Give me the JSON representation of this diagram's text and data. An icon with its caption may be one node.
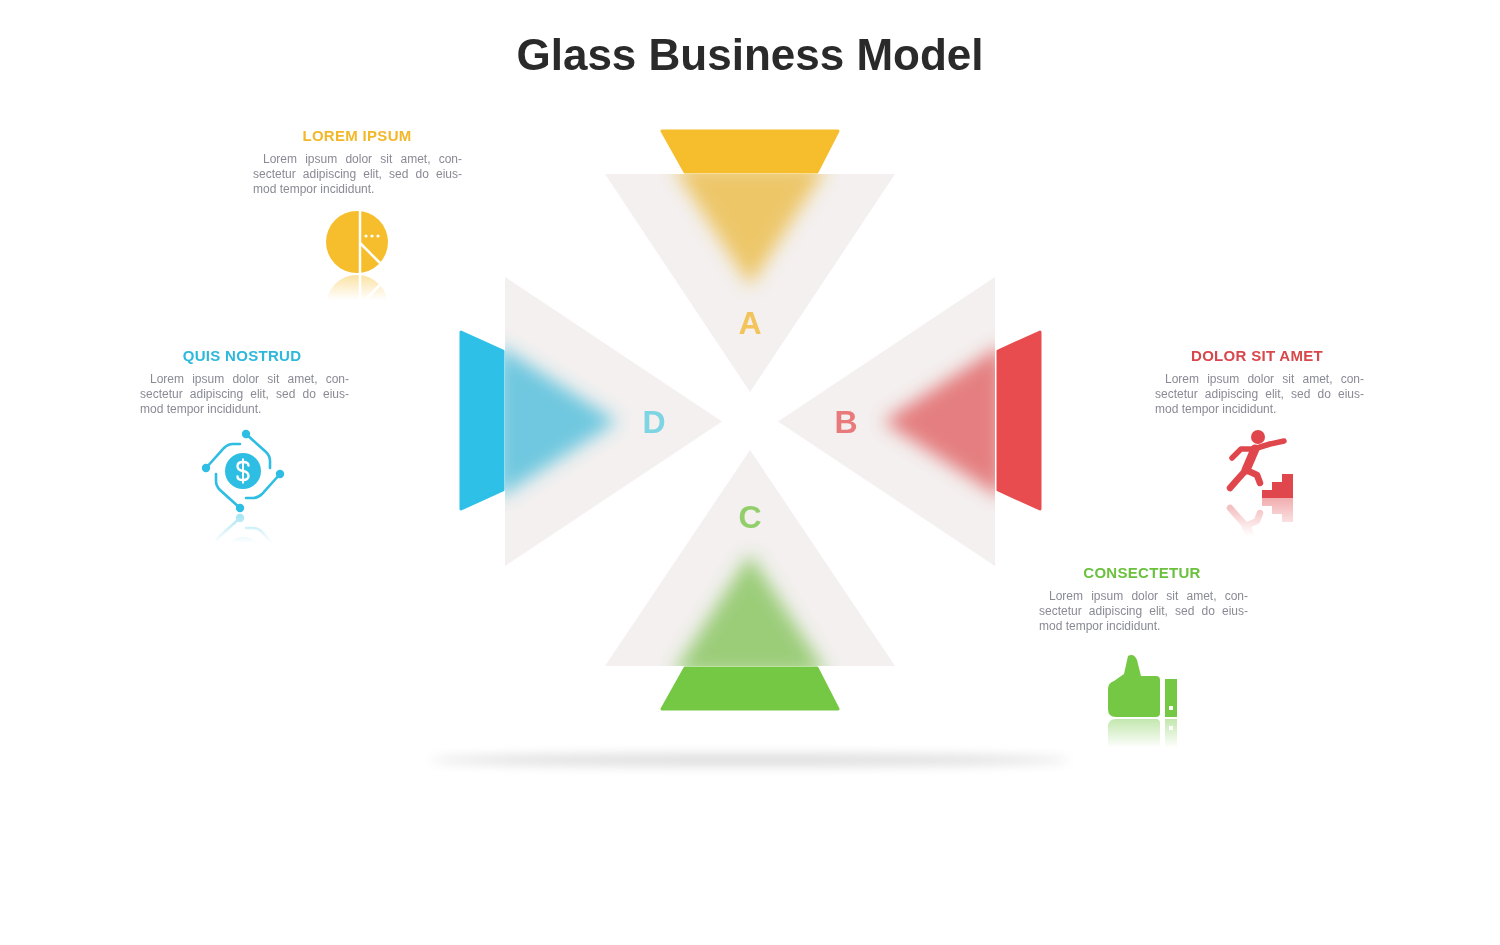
{
  "diagram": {
    "title": "Glass Business Model",
    "nodes": [
      {
        "text": [
          "A"
        ]
      },
      {
        "text": [
          "D"
        ]
      },
      {
        "text": [
          "B"
        ]
      },
      {
        "text": [
          "C"
        ]
      }
    ],
    "labels": [
      "LOREM IPSUM",
      "Lorem ipsum dolor sit amet, con- sectetur adipiscing elit, sed do eius- mod tempor incididunt.",
      "QUIS NOSTRUD",
      "Lorem ipsum dolor sit amet, con- sectetur adipiscing elit, sed do eius- mod tempor incididunt.",
      "DOLOR SIT AMET",
      "Lorem ipsum dolor sit amet, con- sectetur adipiscing elit, sed do eius- mod tempor incididunt.",
      "CONSECTETUR",
      "Lorem ipsum dolor sit amet, con- sectetur adipiscing elit, sed do eius- mod tempor incididunt."
    ]
  }
}
